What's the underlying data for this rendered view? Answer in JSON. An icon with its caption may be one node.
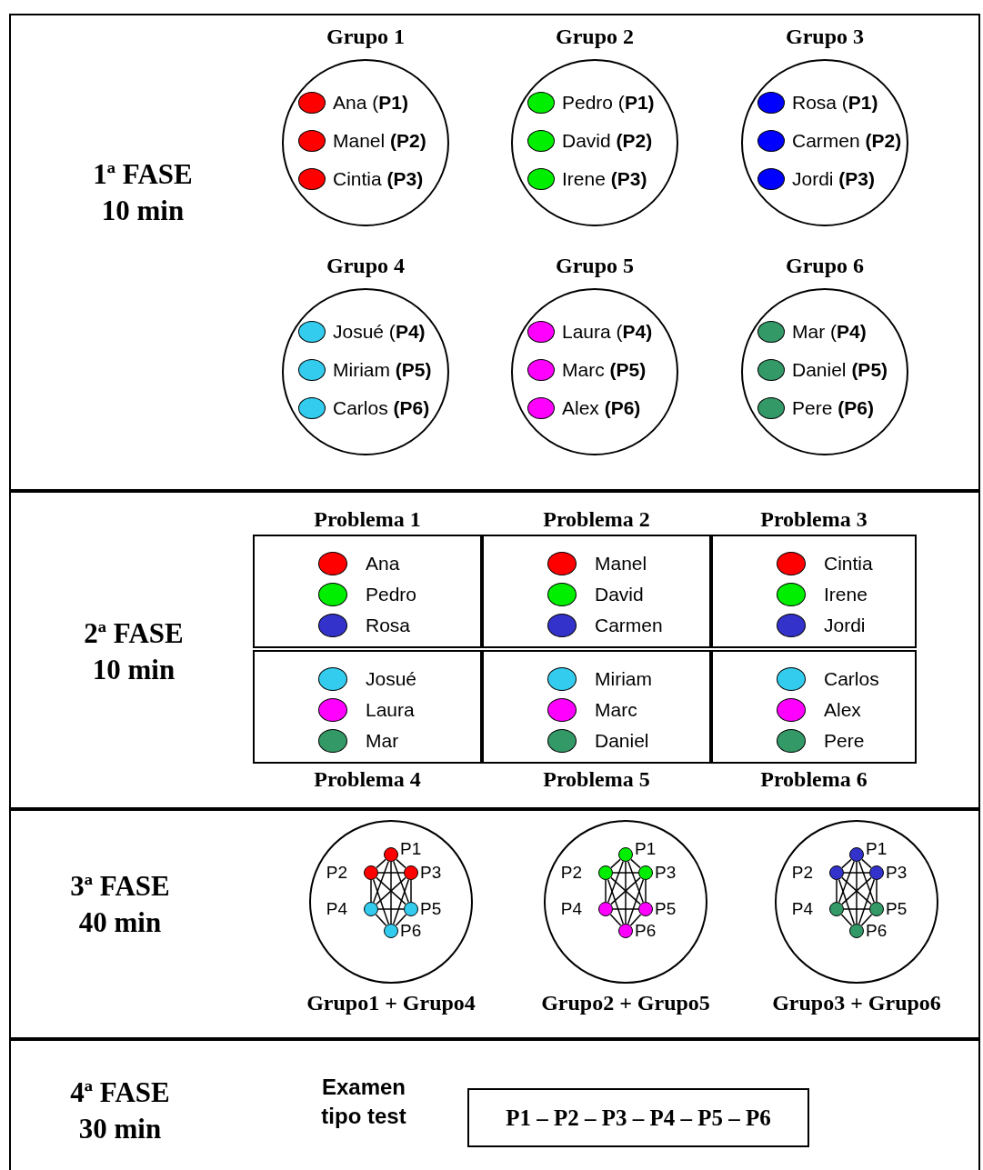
{
  "diagram": {
    "nodes": [
      {
        "text": [
          "1ª FASE",
          "10 min"
        ]
      },
      {
        "text": [
          "Grupo 1",
          "Ana (**P1)**",
          "Manel **(P2)**",
          "Cintia **(P3)**"
        ],
        "in": 0
      },
      {
        "text": [
          "Grupo 2",
          "Pedro (**P1)**",
          "David **(P2)**",
          "Irene **(P3)**"
        ],
        "in": 0
      },
      {
        "text": [
          "Grupo 3",
          "Rosa (**P1)**",
          "Carmen **(P2)**",
          "Jordi **(P3)**"
        ],
        "in": 0
      },
      {
        "text": [
          "Grupo 4",
          "Josué (**P4)**",
          "Miriam **(P5)**",
          "Carlos **(P6)**"
        ],
        "in": 0
      },
      {
        "text": [
          "Grupo 5",
          "Laura (**P4)**",
          "Marc **(P5)**",
          "Alex **(P6)**"
        ],
        "in": 0
      },
      {
        "text": [
          "Grupo 6",
          "Mar (**P4)**",
          "Daniel **(P5)**",
          "Pere **(P6)**"
        ],
        "in": 0
      },
      {
        "text": [
          "2ª FASE",
          "10 min"
        ]
      },
      {
        "text": [
          "Problema 1",
          "Ana",
          "Pedro",
          "Rosa"
        ],
        "in": 7
      },
      {
        "text": [
          "Problema 2",
          "Manel",
          "David",
          "Carmen"
        ],
        "in": 7
      },
      {
        "text": [
          "Problema 3",
          "Cintia",
          "Irene",
          "Jordi"
        ],
        "in": 7
      },
      {
        "text": [
          "Josué",
          "Laura",
          "Mar",
          "Problema 4"
        ],
        "in": 7
      },
      {
        "text": [
          "Miriam",
          "Marc",
          "Daniel",
          "Problema 5"
        ],
        "in": 7
      },
      {
        "text": [
          "Carlos",
          "Alex",
          "Pere",
          "Problema 6"
        ],
        "in": 7
      },
      {
        "text": [
          "3ª FASE",
          "40 min"
        ]
      },
      {
        "text": [
          "Grupo1 + Grupo4"
        ],
        "in": 14
      },
      {
        "text": [],
        "shape": "circle",
        "beside": [
          "P1"
        ],
        "in": 15
      },
      {
        "text": [],
        "shape": "circle",
        "beside": [
          "P2"
        ],
        "in": 15
      },
      {
        "text": [],
        "shape": "circle",
        "beside": [
          "P3"
        ],
        "in": 15
      },
      {
        "text": [],
        "shape": "circle",
        "beside": [
          "P4"
        ],
        "in": 15
      },
      {
        "text": [],
        "shape": "circle",
        "beside": [
          "P5"
        ],
        "in": 15
      },
      {
        "text": [],
        "shape": "circle",
        "beside": [
          "P6"
        ],
        "in": 15
      },
      {
        "text": [
          "Grupo2 + Grupo5"
        ],
        "in": 14
      },
      {
        "text": [],
        "shape": "circle",
        "beside": [
          "P1"
        ],
        "in": 22
      },
      {
        "text": [],
        "shape": "circle",
        "beside": [
          "P2"
        ],
        "in": 22
      },
      {
        "text": [],
        "shape": "circle",
        "beside": [
          "P3"
        ],
        "in": 22
      },
      {
        "text": [],
        "shape": "circle",
        "beside": [
          "P4"
        ],
        "in": 22
      },
      {
        "text": [],
        "shape": "circle",
        "beside": [
          "P5"
        ],
        "in": 22
      },
      {
        "text": [],
        "shape": "circle",
        "beside": [
          "P6"
        ],
        "in": 22
      },
      {
        "text": [
          "Grupo3 + Grupo6"
        ],
        "in": 14
      },
      {
        "text": [],
        "shape": "circle",
        "beside": [
          "P1"
        ],
        "in": 29
      },
      {
        "text": [],
        "shape": "circle",
        "beside": [
          "P2"
        ],
        "in": 29
      },
      {
        "text": [],
        "shape": "circle",
        "beside": [
          "P3"
        ],
        "in": 29
      },
      {
        "text": [],
        "shape": "circle",
        "beside": [
          "P4"
        ],
        "in": 29
      },
      {
        "text": [],
        "shape": "circle",
        "beside": [
          "P5"
        ],
        "in": 29
      },
      {
        "text": [],
        "shape": "circle",
        "beside": [
          "P6"
        ],
        "in": 29
      },
      {
        "text": [
          "4ª FASE",
          "30 min"
        ]
      },
      {
        "text": [
          "P1 – P2 – P3 – P4 – P5 – P6"
        ],
        "in": 36
      }
    ],
    "edges": [
      {
        "from": 16,
        "to": 17,
        "arrow": "none"
      },
      {
        "from": 16,
        "to": 18,
        "arrow": "none"
      },
      {
        "from": 16,
        "to": 19,
        "arrow": "none"
      },
      {
        "from": 16,
        "to": 20,
        "arrow": "none"
      },
      {
        "from": 16,
        "to": 21,
        "arrow": "none"
      },
      {
        "from": 17,
        "to": 18,
        "arrow": "none"
      },
      {
        "from": 17,
        "to": 19,
        "arrow": "none"
      },
      {
        "from": 17,
        "to": 20,
        "arrow": "none"
      },
      {
        "from": 17,
        "to": 21,
        "arrow": "none"
      },
      {
        "from": 18,
        "to": 19,
        "arrow": "none"
      },
      {
        "from": 18,
        "to": 20,
        "arrow": "none"
      },
      {
        "from": 18,
        "to": 21,
        "arrow": "none"
      },
      {
        "from": 19,
        "to": 20,
        "arrow": "none"
      },
      {
        "from": 19,
        "to": 21,
        "arrow": "none"
      },
      {
        "from": 20,
        "to": 21,
        "arrow": "none"
      },
      {
        "from": 23,
        "to": 24,
        "arrow": "none"
      },
      {
        "from": 23,
        "to": 25,
        "arrow": "none"
      },
      {
        "from": 23,
        "to": 26,
        "arrow": "none"
      },
      {
        "from": 23,
        "to": 27,
        "arrow": "none"
      },
      {
        "from": 23,
        "to": 28,
        "arrow": "none"
      },
      {
        "from": 24,
        "to": 25,
        "arrow": "none"
      },
      {
        "from": 24,
        "to": 26,
        "arrow": "none"
      },
      {
        "from": 24,
        "to": 27,
        "arrow": "none"
      },
      {
        "from": 24,
        "to": 28,
        "arrow": "none"
      },
      {
        "from": 25,
        "to": 26,
        "arrow": "none"
      },
      {
        "from": 25,
        "to": 27,
        "arrow": "none"
      },
      {
        "from": 25,
        "to": 28,
        "arrow": "none"
      },
      {
        "from": 26,
        "to": 27,
        "arrow": "none"
      },
      {
        "from": 26,
        "to": 28,
        "arrow": "none"
      },
      {
        "from": 27,
        "to": 28,
        "arrow": "none"
      },
      {
        "from": 30,
        "to": 31,
        "arrow": "none"
      },
      {
        "from": 30,
        "to": 32,
        "arrow": "none"
      },
      {
        "from": 30,
        "to": 33,
        "arrow": "none"
      },
      {
        "from": 30,
        "to": 34,
        "arrow": "none"
      },
      {
        "from": 30,
        "to": 35,
        "arrow": "none"
      },
      {
        "from": 31,
        "to": 32,
        "arrow": "none"
      },
      {
        "from": 31,
        "to": 33,
        "arrow": "none"
      },
      {
        "from": 31,
        "to": 34,
        "arrow": "none"
      },
      {
        "from": 31,
        "to": 35,
        "arrow": "none"
      },
      {
        "from": 32,
        "to": 33,
        "arrow": "none"
      },
      {
        "from": 32,
        "to": 34,
        "arrow": "none"
      },
      {
        "from": 32,
        "to": 35,
        "arrow": "none"
      },
      {
        "from": 33,
        "to": 34,
        "arrow": "none"
      },
      {
        "from": 33,
        "to": 35,
        "arrow": "none"
      },
      {
        "from": 34,
        "to": 35,
        "arrow": "none"
      }
    ],
    "labels": [
      "Examen tipo test"
    ]
  }
}
